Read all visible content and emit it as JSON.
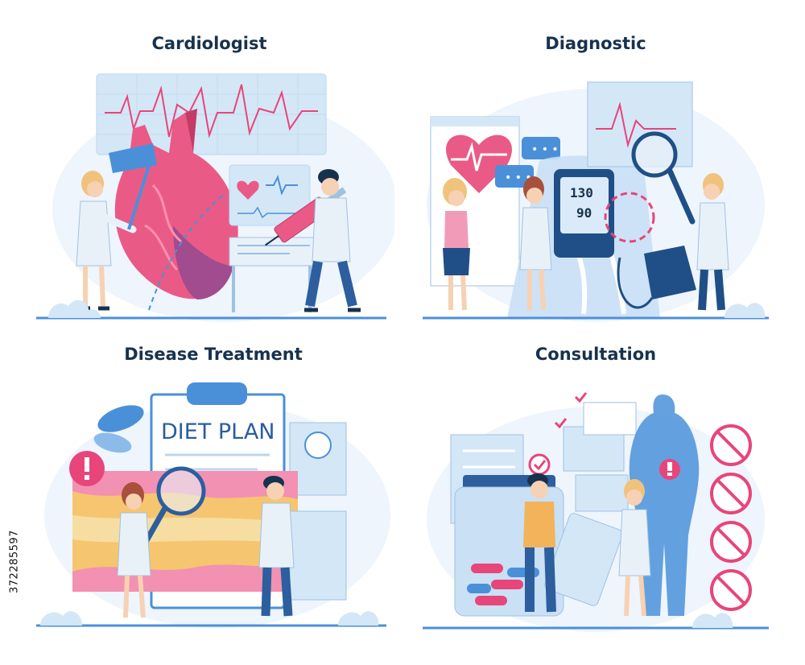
{
  "titles": {
    "cardiologist": "Cardiologist",
    "diagnostic": "Diagnostic",
    "disease_treatment": "Disease Treatment",
    "consultation": "Consultation"
  },
  "diagnostic_screen": {
    "systolic": "130",
    "diastolic": "90"
  },
  "treatment_board": {
    "heading": "DIET PLAN"
  },
  "stock_id": "372285597",
  "colors": {
    "navy": "#17324d",
    "light_blue": "#d4e7f7",
    "blue": "#4a90d9",
    "pink": "#e8457a",
    "heart": "#e95b86"
  }
}
